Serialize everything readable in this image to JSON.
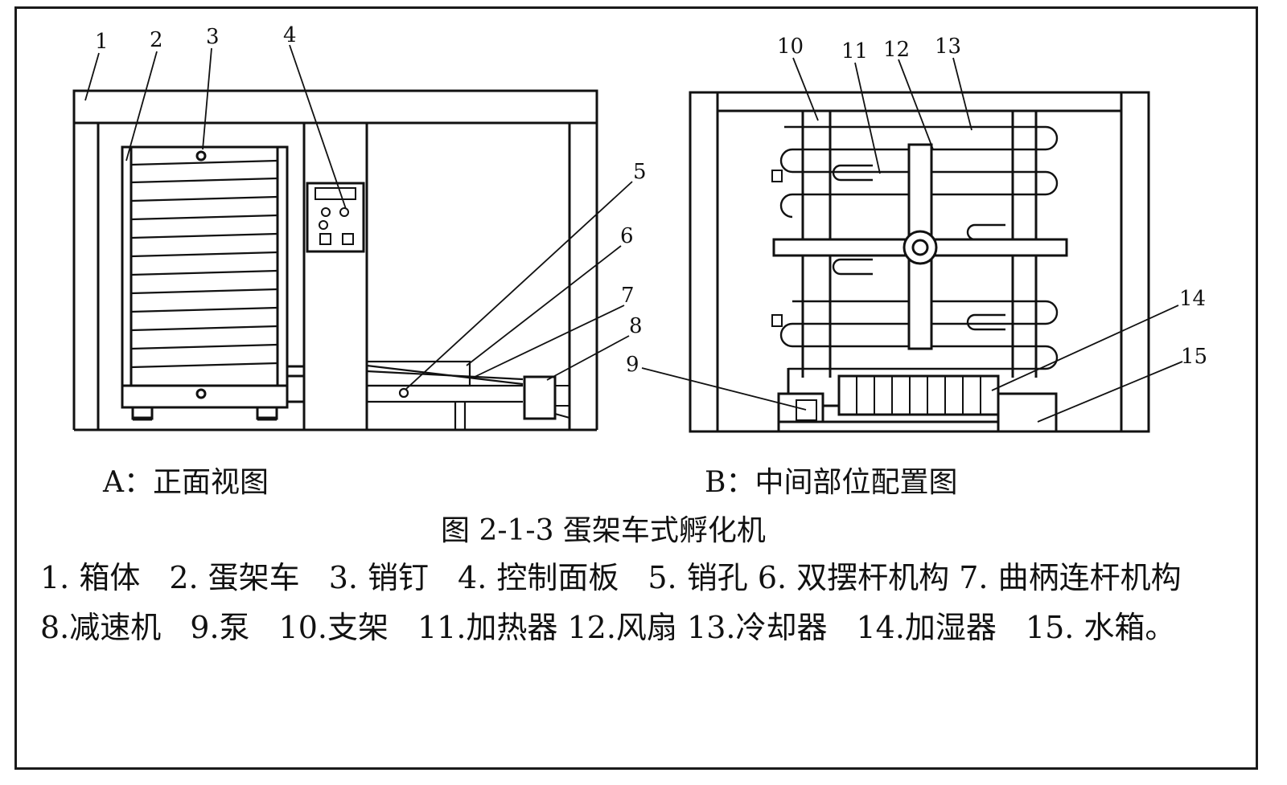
{
  "figure": {
    "view_a_caption": "A：正面视图",
    "view_b_caption": "B：中间部位配置图",
    "title": "图 2-1-3   蛋架车式孵化机"
  },
  "callouts_a": [
    "1",
    "2",
    "3",
    "4",
    "5",
    "6",
    "7",
    "8"
  ],
  "callouts_b": [
    "9",
    "10",
    "11",
    "12",
    "13",
    "14",
    "15"
  ],
  "legend": {
    "items": [
      "1. 箱体",
      "2. 蛋架车",
      "3. 销钉",
      "4. 控制面板",
      "5. 销孔",
      "6. 双摆杆机构",
      "7. 曲柄连杆机构",
      "8.减速机",
      "9.泵",
      "10.支架",
      "11.加热器",
      "12.风扇",
      "13.冷却器",
      "14.加湿器",
      "15. 水箱。"
    ]
  }
}
